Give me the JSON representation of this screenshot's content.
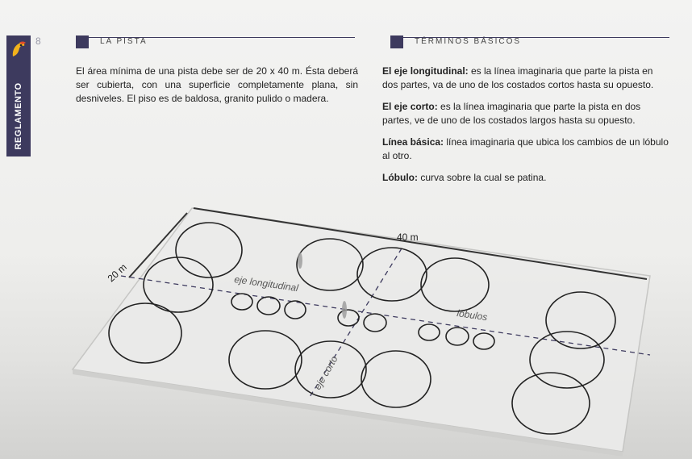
{
  "page_number": "8",
  "sidebar": {
    "label": "REGLAMENTO",
    "logo_icon": "bird-mascot-logo"
  },
  "left_section": {
    "title": "LA PISTA",
    "paragraph": "El área mínima de una pista debe ser de 20 x 40 m. Ésta deberá ser cubierta, con una superficie completamente plana, sin desniveles. El piso es de baldosa, granito pulido o madera."
  },
  "right_section": {
    "title": "TÉRMINOS BÁSICOS",
    "terms": [
      {
        "term": "El eje longitudinal:",
        "definition": " es la línea imaginaria que parte la pista en dos partes, va de uno de los costados cortos hasta su opuesto."
      },
      {
        "term": "El eje corto:",
        "definition": " es la línea imaginaria que parte la pista en dos partes, ve de uno de los costados largos hasta su opuesto."
      },
      {
        "term": "Línea básica:",
        "definition": " línea imaginaria que ubica los cambios de un lóbulo al otro."
      },
      {
        "term": "Lóbulo:",
        "definition": " curva sobre la cual se patina."
      }
    ]
  },
  "diagram": {
    "width_label": "40 m",
    "depth_label": "20 m",
    "longitudinal_axis_label": "eje longitudinal",
    "short_axis_label": "eje corto",
    "lobes_label": "lóbulos"
  }
}
